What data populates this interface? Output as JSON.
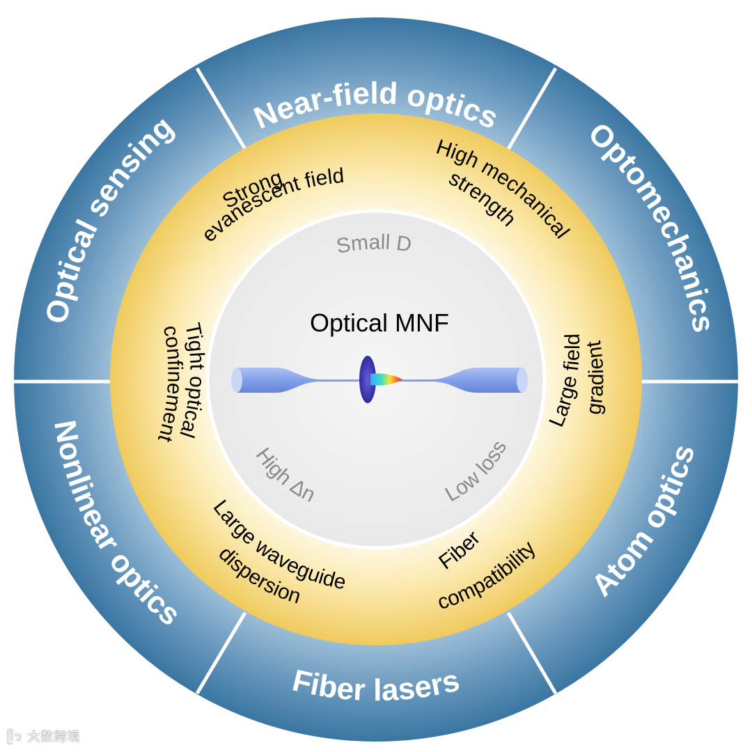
{
  "center": {
    "title": "Optical MNF"
  },
  "inner_ring": {
    "top": "Small D",
    "bottom_left": "High Δn",
    "bottom_right": "Low loss"
  },
  "middle_ring": {
    "strong_line1": "Strong",
    "strong_line2": "evanescent field",
    "mech_line1": "High mechanical",
    "mech_line2": "strength",
    "tight_line1": "Tight optical",
    "tight_line2": "confinement",
    "gradient_line1": "Large field",
    "gradient_line2": "gradient",
    "disp_line1": "Large waveguide",
    "disp_line2": "dispersion",
    "compat_line1": "Fiber",
    "compat_line2": "compatibility"
  },
  "outer_ring": {
    "near_field": "Near-field optics",
    "optomechanics": "Optomechanics",
    "atom_optics": "Atom optics",
    "fiber_lasers": "Fiber lasers",
    "nonlinear_optics": "Nonlinear optics",
    "optical_sensing": "Optical sensing"
  },
  "watermark": {
    "text": "大数跨境"
  },
  "colors": {
    "outer_ring_dark": "#3f7ba6",
    "outer_ring_light": "#8fb6d2",
    "middle_ring_gold": "#f0cd62",
    "middle_ring_light": "#fdf3cf",
    "inner_circle": "#efefef",
    "fiber": "#7f9fe8"
  }
}
